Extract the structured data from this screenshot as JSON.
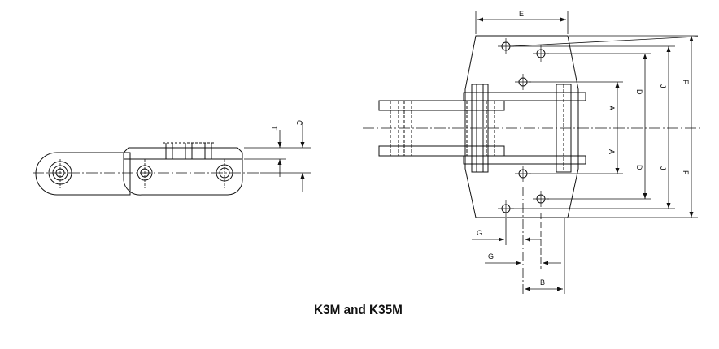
{
  "caption": "K3M and K35M",
  "dimension_labels": {
    "T": "T",
    "C": "C",
    "E": "E",
    "A_top": "A",
    "A_bottom": "A",
    "D_top": "D",
    "D_bottom": "D",
    "J_top": "J",
    "J_bottom": "J",
    "F_top": "F",
    "F_bottom": "F",
    "G_upper": "G",
    "G_lower": "G",
    "B": "B"
  },
  "colors": {
    "line": "#111111",
    "background": "#ffffff"
  }
}
